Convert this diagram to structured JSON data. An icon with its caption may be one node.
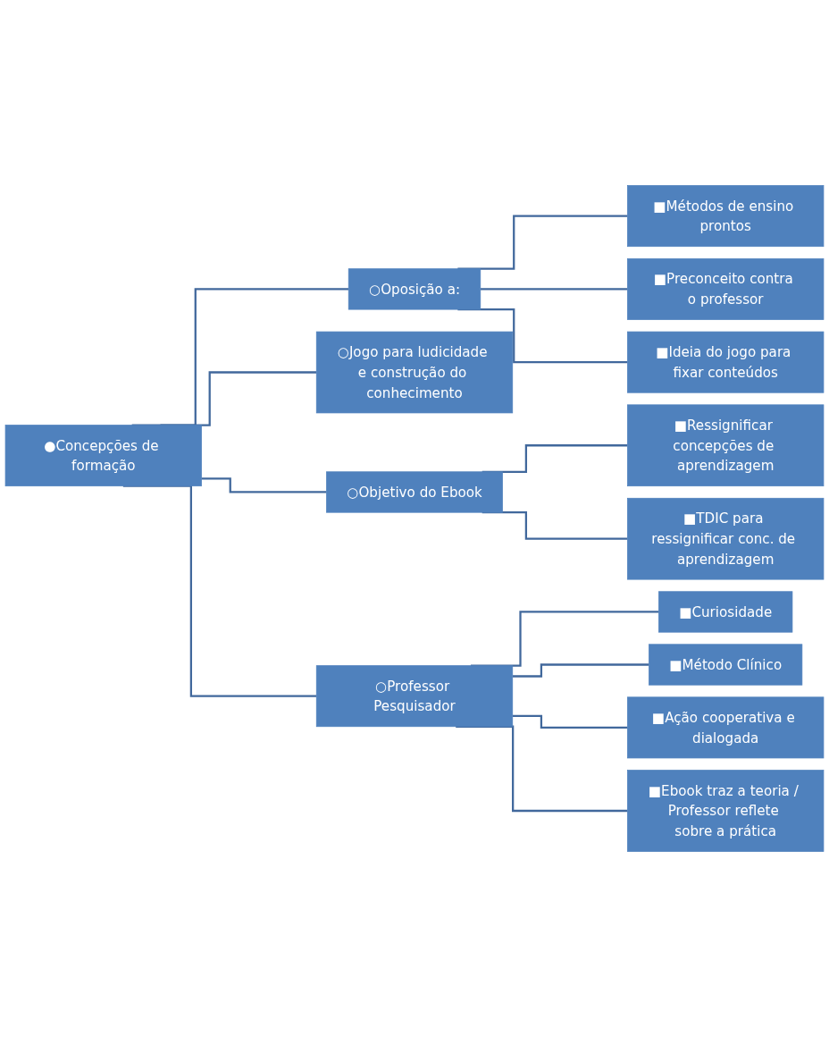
{
  "diagram": {
    "nodes": [
      {
        "text": [
          "●Concepções de formação"
        ]
      },
      {
        "text": [
          "○Oposição a:"
        ]
      },
      {
        "text": [
          "■Métodos de ensino prontos"
        ]
      },
      {
        "text": [
          "■Preconceito contra o professor"
        ]
      },
      {
        "text": [
          "■Ideia do jogo para fixar conteúdos"
        ]
      },
      {
        "text": [
          "○Jogo para ludicidade e construção do conhecimento"
        ]
      },
      {
        "text": [
          "○Objetivo do Ebook"
        ]
      },
      {
        "text": [
          "■Ressignificar concepções de aprendizagem"
        ]
      },
      {
        "text": [
          "■TDIC para ressignificar conc. de aprendizagem"
        ]
      },
      {
        "text": [
          "○Professor Pesquisador"
        ]
      },
      {
        "text": [
          "■Curiosidade"
        ]
      },
      {
        "text": [
          "■Método Clínico"
        ]
      },
      {
        "text": [
          "■Ação cooperativa e dialogada"
        ]
      },
      {
        "text": [
          "■Ebook traz a teoria / Professor reflete sobre a prática"
        ]
      }
    ],
    "edges": [
      {
        "from": 0,
        "to": 1,
        "arrow": "none"
      },
      {
        "from": 1,
        "to": 2,
        "arrow": "none"
      },
      {
        "from": 1,
        "to": 3,
        "arrow": "none"
      },
      {
        "from": 1,
        "to": 4,
        "arrow": "none"
      },
      {
        "from": 0,
        "to": 5,
        "arrow": "none"
      },
      {
        "from": 0,
        "to": 6,
        "arrow": "none"
      },
      {
        "from": 6,
        "to": 7,
        "arrow": "none"
      },
      {
        "from": 6,
        "to": 8,
        "arrow": "none"
      },
      {
        "from": 0,
        "to": 9,
        "arrow": "none"
      },
      {
        "from": 9,
        "to": 10,
        "arrow": "none"
      },
      {
        "from": 9,
        "to": 11,
        "arrow": "none"
      },
      {
        "from": 9,
        "to": 12,
        "arrow": "none"
      },
      {
        "from": 9,
        "to": 13,
        "arrow": "none"
      }
    ]
  }
}
